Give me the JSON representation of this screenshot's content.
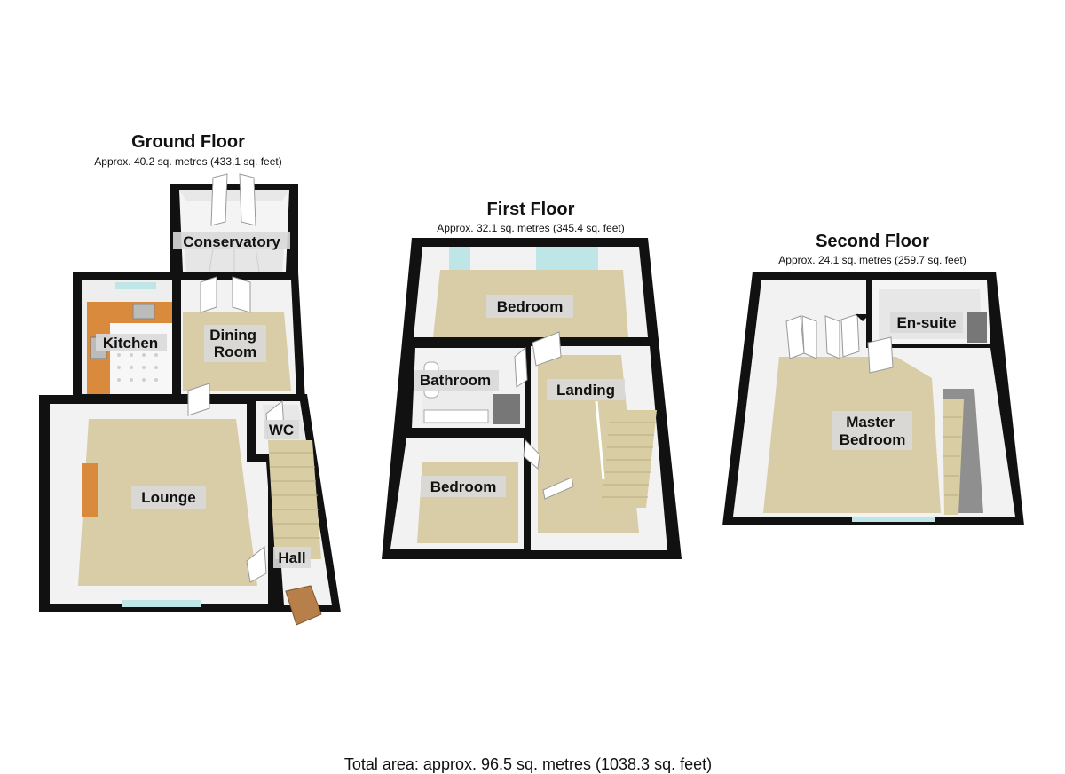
{
  "colors": {
    "wall": "#111111",
    "wall_face": "#f2f2f2",
    "carpet": "#d8cda6",
    "tile": "#f4f4f4",
    "kitchen_counter": "#d98a3c",
    "stairs": "#d9cda4",
    "window": "#bfe6e6",
    "door": "#ffffff"
  },
  "floors": [
    {
      "title": "Ground Floor",
      "area": "Approx. 40.2 sq. metres (433.1 sq. feet)",
      "rooms": [
        "Conservatory",
        "Kitchen",
        "Dining Room",
        "WC",
        "Lounge",
        "Hall"
      ]
    },
    {
      "title": "First Floor",
      "area": "Approx. 32.1 sq. metres (345.4 sq. feet)",
      "rooms": [
        "Bedroom",
        "Bathroom",
        "Landing",
        "Bedroom"
      ]
    },
    {
      "title": "Second Floor",
      "area": "Approx. 24.1 sq. metres (259.7 sq. feet)",
      "rooms": [
        "En-suite",
        "Master Bedroom"
      ]
    }
  ],
  "total_area": "Total area: approx. 96.5 sq. metres (1038.3 sq. feet)"
}
